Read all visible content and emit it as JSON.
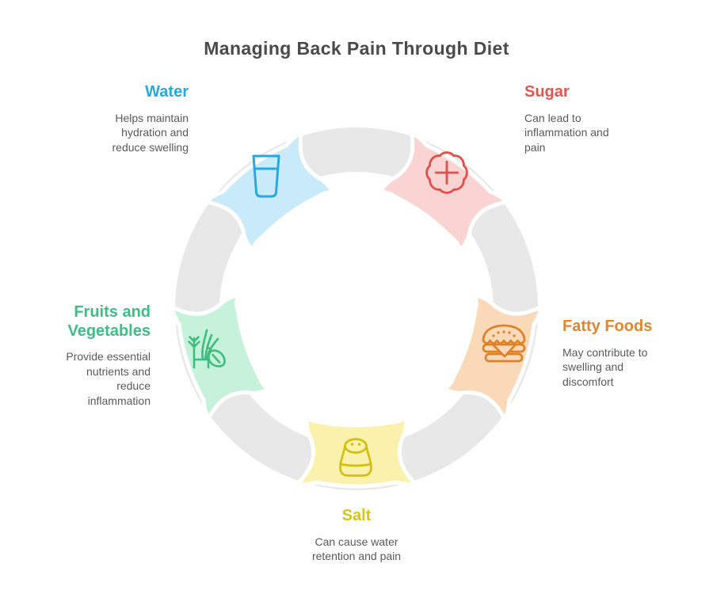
{
  "title": "Managing Back Pain Through Diet",
  "colors": {
    "title": "#4A4A4A",
    "body_text": "#5A5A5A",
    "ring_gray": "#E8E8E8",
    "separator": "#FFFFFF",
    "background": "#FFFFFF"
  },
  "items": [
    {
      "id": "water",
      "label": "Water",
      "description": "Helps maintain\nhydration and\nreduce swelling",
      "heading_color": "#2AA7DF",
      "segment_fill": "#C9EBF9",
      "icon": "water-glass-icon",
      "icon_color": "#2AA7DF"
    },
    {
      "id": "sugar",
      "label": "Sugar",
      "description": "Can lead to\ninflammation and\npain",
      "heading_color": "#E9534F",
      "segment_fill": "#FAD4D2",
      "icon": "sugar-candy-icon",
      "icon_color": "#E2504B"
    },
    {
      "id": "fatty-foods",
      "label": "Fatty Foods",
      "description": "May contribute to\nswelling and\ndiscomfort",
      "heading_color": "#E0862F",
      "segment_fill": "#FAD9B8",
      "icon": "burger-icon",
      "icon_color": "#DE8127"
    },
    {
      "id": "salt",
      "label": "Salt",
      "description": "Can cause water\nretention and pain",
      "heading_color": "#D9C513",
      "segment_fill": "#FAF2AC",
      "icon": "salt-shaker-icon",
      "icon_color": "#D3BE12"
    },
    {
      "id": "fruits-vegetables",
      "label": "Fruits and\nVegetables",
      "description": "Provide essential\nnutrients and\nreduce\ninflammation",
      "heading_color": "#40BD86",
      "segment_fill": "#C6F1DB",
      "icon": "leaf-plant-icon",
      "icon_color": "#3FBD7E"
    }
  ]
}
